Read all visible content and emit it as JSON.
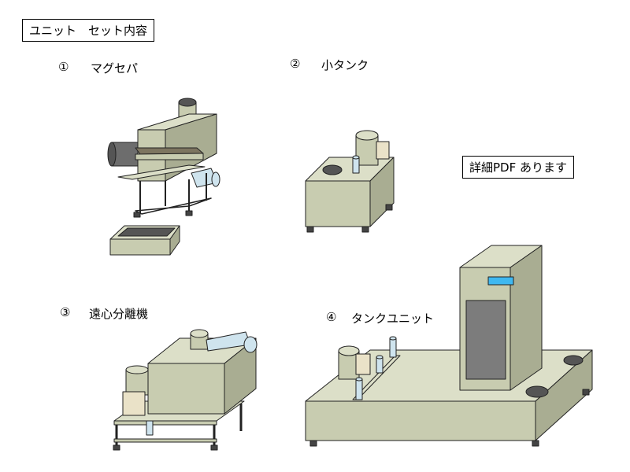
{
  "title": "ユニット　セット内容",
  "pdf_note": "詳細PDF あります",
  "items": [
    {
      "num": "①",
      "name": "マグセパ"
    },
    {
      "num": "②",
      "name": "小タンク"
    },
    {
      "num": "③",
      "name": "遠心分離機"
    },
    {
      "num": "④",
      "name": "タンクユニット"
    }
  ],
  "colors": {
    "body": "#c8ccb0",
    "top": "#dcdfc8",
    "side": "#a9ad92",
    "pipe": "#cfe4ee",
    "display": "#3fb8f0",
    "window": "#7c7c7c",
    "dark": "#444444",
    "box": "#eae2c8"
  }
}
